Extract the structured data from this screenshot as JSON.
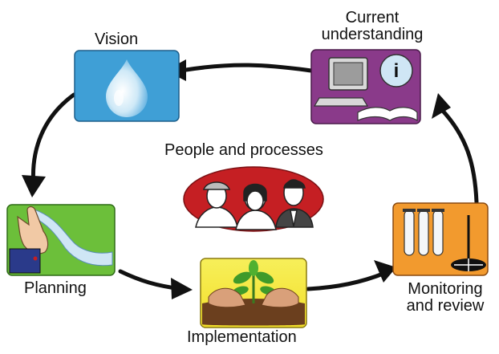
{
  "diagram": {
    "center_label": "People and processes",
    "stages": [
      {
        "id": "vision",
        "label": "Vision",
        "icon": "water-drop-icon",
        "color": "#3f9fd6"
      },
      {
        "id": "current",
        "label_lines": [
          "Current",
          "understanding"
        ],
        "icon": "computer-info-book-icon",
        "color": "#8a3a8a"
      },
      {
        "id": "monitoring",
        "label_lines": [
          "Monitoring",
          "and review"
        ],
        "icon": "test-tubes-icon",
        "color": "#f29a2e"
      },
      {
        "id": "implementation",
        "label": "Implementation",
        "icon": "hands-planting-seedling-icon",
        "color": "#f4ea3a"
      },
      {
        "id": "planning",
        "label": "Planning",
        "icon": "pointing-hand-map-icon",
        "color": "#6cbf3a"
      }
    ],
    "center_icon": "people-group-icon",
    "center_color": "#c51f23",
    "cycle_direction": "counter-clockwise"
  }
}
